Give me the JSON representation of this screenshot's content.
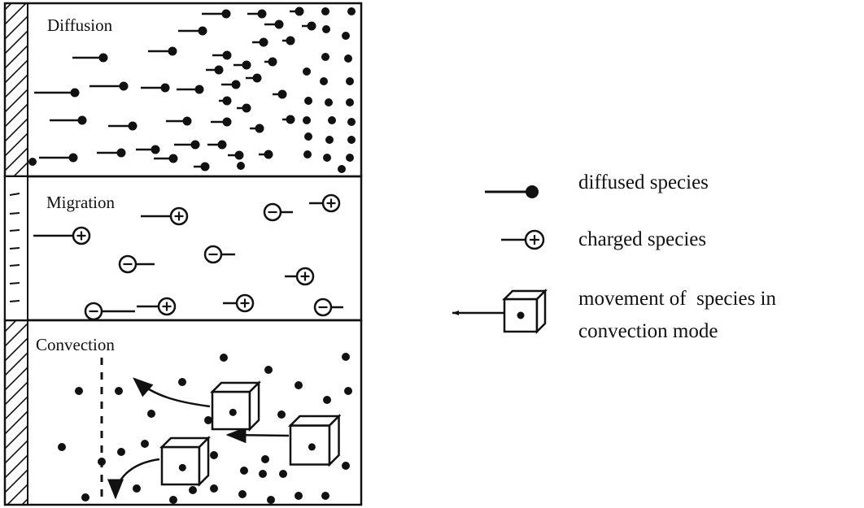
{
  "panels": [
    {
      "id": "diffusion",
      "label": "Diffusion"
    },
    {
      "id": "migration",
      "label": "Migration"
    },
    {
      "id": "convection",
      "label": "Convection"
    }
  ],
  "legend": [
    {
      "symbol": "diffused-species",
      "label": "diffused species"
    },
    {
      "symbol": "charged-species",
      "label": "charged species"
    },
    {
      "symbol": "convection-box",
      "label_line1": "movement of  species in",
      "label_line2": "convection mode"
    }
  ]
}
